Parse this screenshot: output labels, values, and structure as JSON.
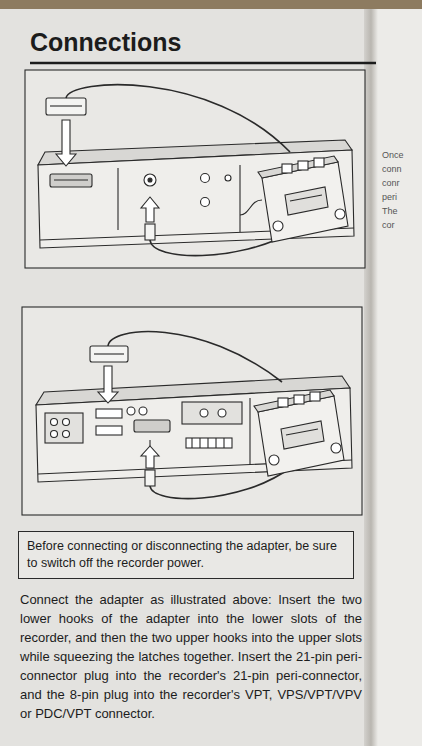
{
  "diagram": {
    "title": "Connections",
    "nodes": [
      {
        "text": [
          "Before connecting or disconnecting the adapter, be sure to switch off the recorder power."
        ]
      }
    ],
    "labels": [
      "Connect the adapter as illustrated above: Insert the two lower hooks of the adapter into the lower slots of the recorder, and then the two upper hooks into the upper slots while squeezing the latches together. Insert the 21-pin peri-connector plug into the recorder's 21-pin peri-connector, and the 8-pin plug into the recorder's VPT, VPS/VPT/VPV or PDC/VPT connector.",
      "Once",
      "conn",
      "conr",
      "peri",
      "The",
      "cor"
    ]
  }
}
